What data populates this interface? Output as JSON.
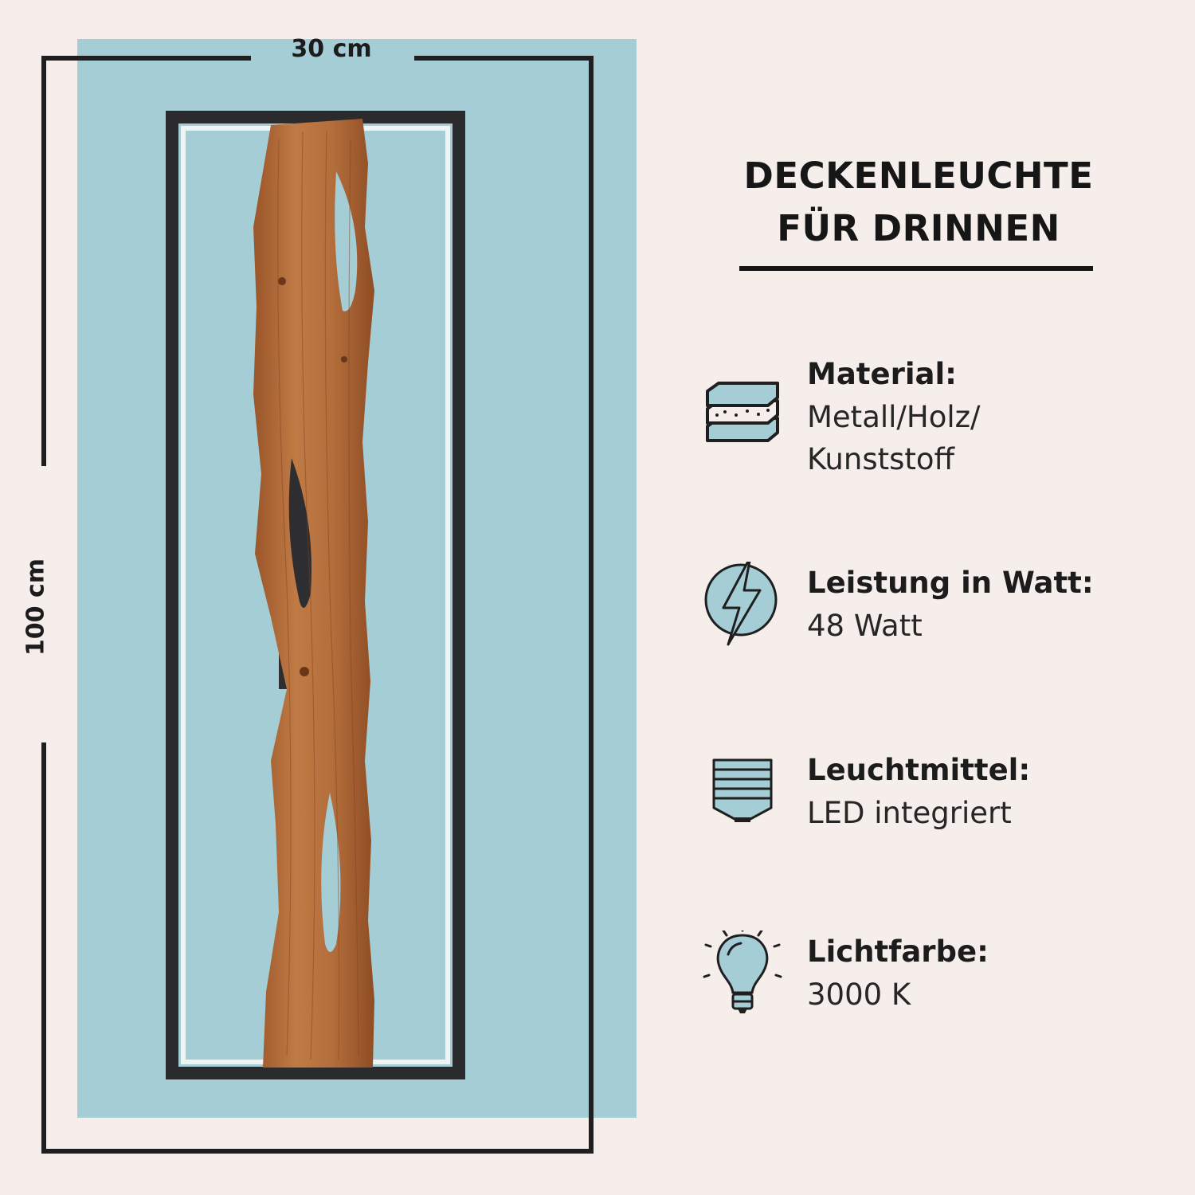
{
  "dimensions": {
    "width_label": "30 cm",
    "height_label": "100 cm"
  },
  "product": {
    "image_icon": "wooden-ceiling-lamp-image"
  },
  "title": {
    "line1": "DECKENLEUCHTE",
    "line2": "FÜR DRINNEN"
  },
  "specs": [
    {
      "icon": "material-layers-icon",
      "label": "Material:",
      "value_lines": [
        "Metall/Holz/",
        "Kunststoff"
      ]
    },
    {
      "icon": "lightning-icon",
      "label": "Leistung in Watt:",
      "value_lines": [
        "48 Watt"
      ]
    },
    {
      "icon": "bulb-socket-icon",
      "label": "Leuchtmittel:",
      "value_lines": [
        "LED integriert"
      ]
    },
    {
      "icon": "light-bulb-icon",
      "label": "Lichtfarbe:",
      "value_lines": [
        "3000 K"
      ]
    }
  ],
  "colors": {
    "background": "#f5eeeb",
    "accent_blue": "#a5cdd6",
    "frame_black": "#2b2b2e",
    "wood": "#b06a3a",
    "text": "#1c1c1c"
  }
}
